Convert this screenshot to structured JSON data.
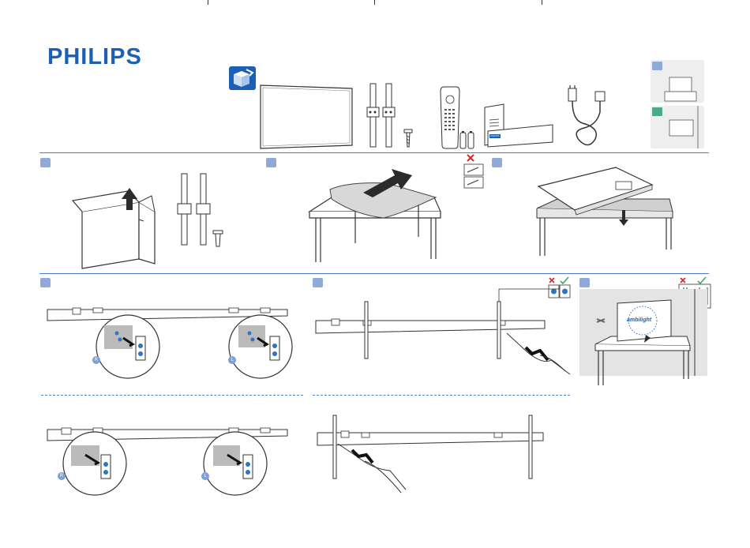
{
  "brand": {
    "name": "PHILIPS"
  },
  "colors": {
    "brand_blue": "#1c5fb6",
    "step_badge": "#8faad6",
    "divider": "#4a7fc0",
    "check_green": "#3fa66b",
    "cross_red": "#d9262c",
    "warning_red": "#c8102e"
  },
  "contents_row": {
    "items": [
      "tv-panel",
      "stand-legs-with-brackets",
      "screw",
      "remote-control",
      "batteries",
      "printed-documents",
      "power-cord"
    ],
    "document_label": "PHILIPS"
  },
  "mounting_options": {
    "stand_color": "#8faad6",
    "wall_color": "#4aaa8a"
  },
  "steps": {
    "hook_labels": {
      "right": "R",
      "left": "L"
    },
    "ambilight_label": "ambilight"
  },
  "icons": [
    "box-contents-icon",
    "cross-icon",
    "check-icon",
    "warning-icon",
    "arrow-icon"
  ]
}
